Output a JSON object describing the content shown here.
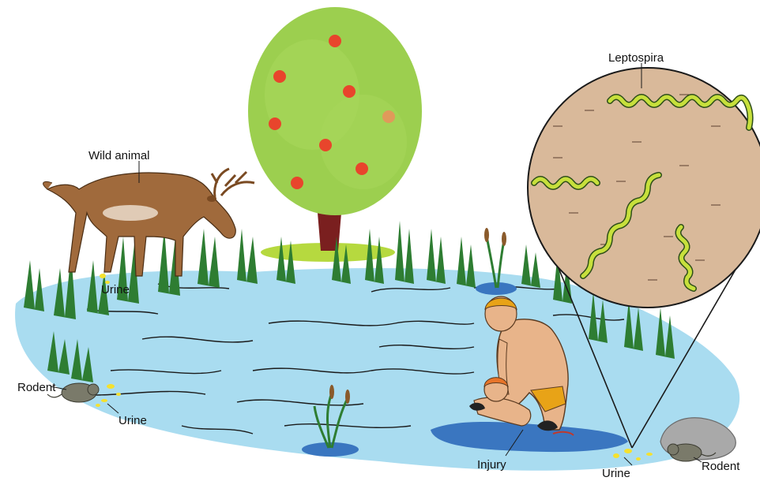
{
  "labels": {
    "leptospira": "Leptospira",
    "wild_animal": "Wild animal",
    "urine_deer": "Urine",
    "rodent_left": "Rodent",
    "urine_left": "Urine",
    "injury": "Injury",
    "urine_right": "Urine",
    "rodent_right": "Rodent"
  },
  "colors": {
    "water": "#a9dcf0",
    "water_dark": "#3a76c0",
    "tree_canopy": "#9ccf4f",
    "fruit": "#e8452c",
    "trunk": "#7a1f1f",
    "grass": "#2e7d32",
    "deer": "#a06a3c",
    "zoom_bg": "#d9b99a",
    "bacteria": "#c7e03c",
    "rock": "#a9a9a9",
    "urine": "#f5e12e",
    "skin": "#e8b48a",
    "cap": "#e8a317"
  }
}
